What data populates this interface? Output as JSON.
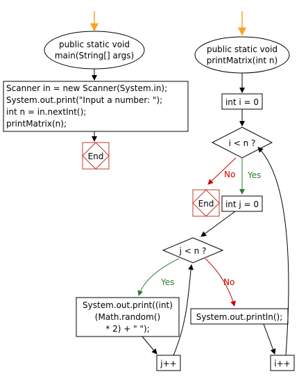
{
  "colors": {
    "start_arrow": "#f5a623",
    "stroke": "#000000",
    "end_border": "#c0392b",
    "no": "#cc0000",
    "yes": "#2e7d32",
    "edge": "#000000"
  },
  "main": {
    "signature_line1": "public static void",
    "signature_line2": "main(String[] args)",
    "code": [
      "Scanner in = new Scanner(System.in);",
      "System.out.print(\"Input a number: \");",
      "int n = in.nextInt();",
      "printMatrix(n);"
    ],
    "end": "End"
  },
  "printMatrix": {
    "signature_line1": "public static void",
    "signature_line2": "printMatrix(int n)",
    "init_i": "int i = 0",
    "cond_i": "i < n ?",
    "no_i": "No",
    "yes_i": "Yes",
    "end": "End",
    "init_j": "int j = 0",
    "cond_j": "j < n ?",
    "yes_j": "Yes",
    "no_j": "No",
    "print_random": [
      "System.out.print((int)",
      "(Math.random()",
      "* 2) + \" \");"
    ],
    "println": "System.out.println();",
    "inc_j": "j++",
    "inc_i": "i++"
  }
}
